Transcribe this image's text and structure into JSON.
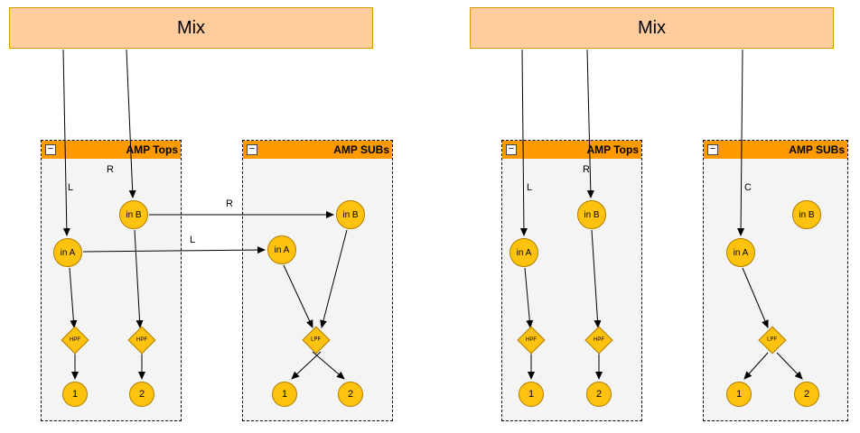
{
  "colors": {
    "panel_header": "#FF9900",
    "node_fill": "#FFC20E",
    "node_border": "#B07D00",
    "mix_fill": "#FFCC9E",
    "mix_border": "#D79B00"
  },
  "left": {
    "mix": "Mix",
    "wires": {
      "input_l": "L",
      "input_r": "R",
      "bus_l": "L",
      "bus_r": "R"
    },
    "tops": {
      "collapse": "−",
      "title": "AMP Tops",
      "in_a": "in A",
      "in_b": "in B",
      "filter_a": "HPF",
      "filter_b": "HPF",
      "out_1": "1",
      "out_2": "2"
    },
    "subs": {
      "collapse": "−",
      "title": "AMP SUBs",
      "in_a": "in A",
      "in_b": "in B",
      "filter": "LPF",
      "out_1": "1",
      "out_2": "2"
    }
  },
  "right": {
    "mix": "Mix",
    "wires": {
      "input_l": "L",
      "input_r": "R",
      "input_c": "C"
    },
    "tops": {
      "collapse": "−",
      "title": "AMP Tops",
      "in_a": "in A",
      "in_b": "in B",
      "filter_a": "HPF",
      "filter_b": "HPF",
      "out_1": "1",
      "out_2": "2"
    },
    "subs": {
      "collapse": "−",
      "title": "AMP SUBs",
      "in_a": "in A",
      "in_b": "in B",
      "filter": "LPF",
      "out_1": "1",
      "out_2": "2"
    }
  }
}
